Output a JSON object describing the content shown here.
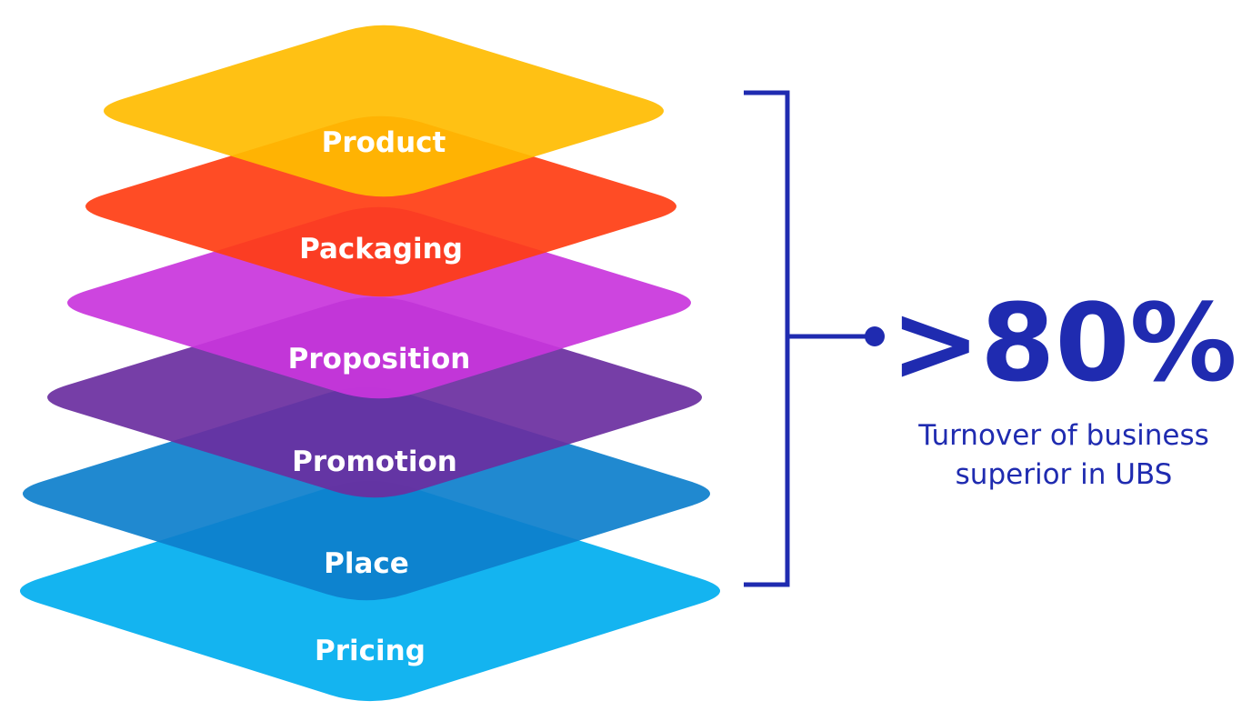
{
  "layers": [
    {
      "label": "Pricing",
      "color": "#00AEEF"
    },
    {
      "label": "Place",
      "color": "#0D7FCC"
    },
    {
      "label": "Promotion",
      "color": "#6A2EA0"
    },
    {
      "label": "Proposition",
      "color": "#C935DC"
    },
    {
      "label": "Packaging",
      "color": "#FF3D12"
    },
    {
      "label": "Product",
      "color": "#FFBC00"
    }
  ],
  "bracket_color": "#1F2BB0",
  "stat": {
    "value": ">80%",
    "caption_line1": "Turnover of business",
    "caption_line2": "superior in UBS",
    "color": "#1F2BB0"
  }
}
